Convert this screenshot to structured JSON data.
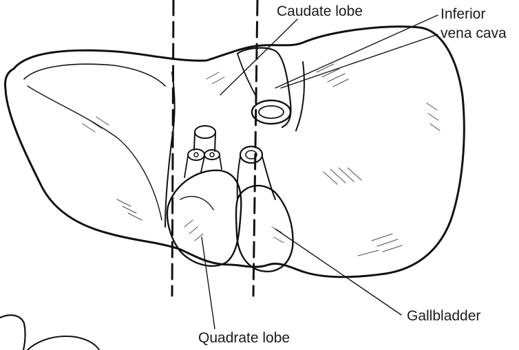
{
  "labels": {
    "caudate_lobe": "Caudate lobe",
    "inferior_vena_cava_line1": "Inferior",
    "inferior_vena_cava_line2": "vena cava",
    "gallbladder": "Gallbladder",
    "quadrate_lobe": "Quadrate lobe"
  }
}
